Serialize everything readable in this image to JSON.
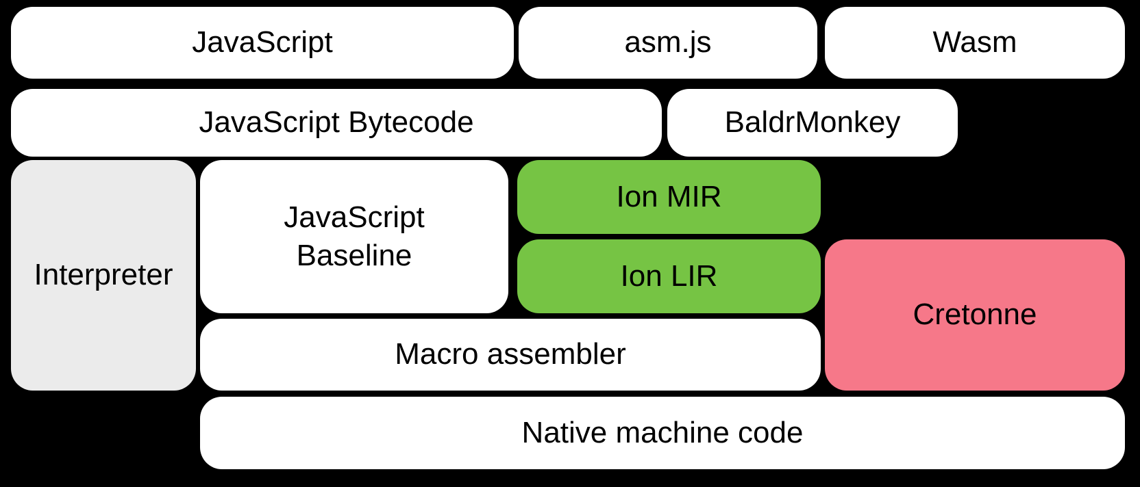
{
  "colors": {
    "background": "#000000",
    "box_white": "#ffffff",
    "box_gray": "#ebebeb",
    "box_green": "#76c444",
    "box_pink": "#f67889",
    "text": "#000000"
  },
  "nodes": {
    "javascript": {
      "label": "JavaScript",
      "color": "#ffffff"
    },
    "asmjs": {
      "label": "asm.js",
      "color": "#ffffff"
    },
    "wasm": {
      "label": "Wasm",
      "color": "#ffffff"
    },
    "bytecode": {
      "label": "JavaScript Bytecode",
      "color": "#ffffff"
    },
    "baldrmonkey": {
      "label": "BaldrMonkey",
      "color": "#ffffff"
    },
    "interpreter": {
      "label": "Interpreter",
      "color": "#ebebeb"
    },
    "baseline": {
      "label": "JavaScript Baseline",
      "color": "#ffffff"
    },
    "ion_mir": {
      "label": "Ion MIR",
      "color": "#76c444"
    },
    "ion_lir": {
      "label": "Ion LIR",
      "color": "#76c444"
    },
    "cretonne": {
      "label": "Cretonne",
      "color": "#f67889"
    },
    "macro_assembler": {
      "label": "Macro assembler",
      "color": "#ffffff"
    },
    "native_machine_code": {
      "label": "Native machine code",
      "color": "#ffffff"
    }
  }
}
